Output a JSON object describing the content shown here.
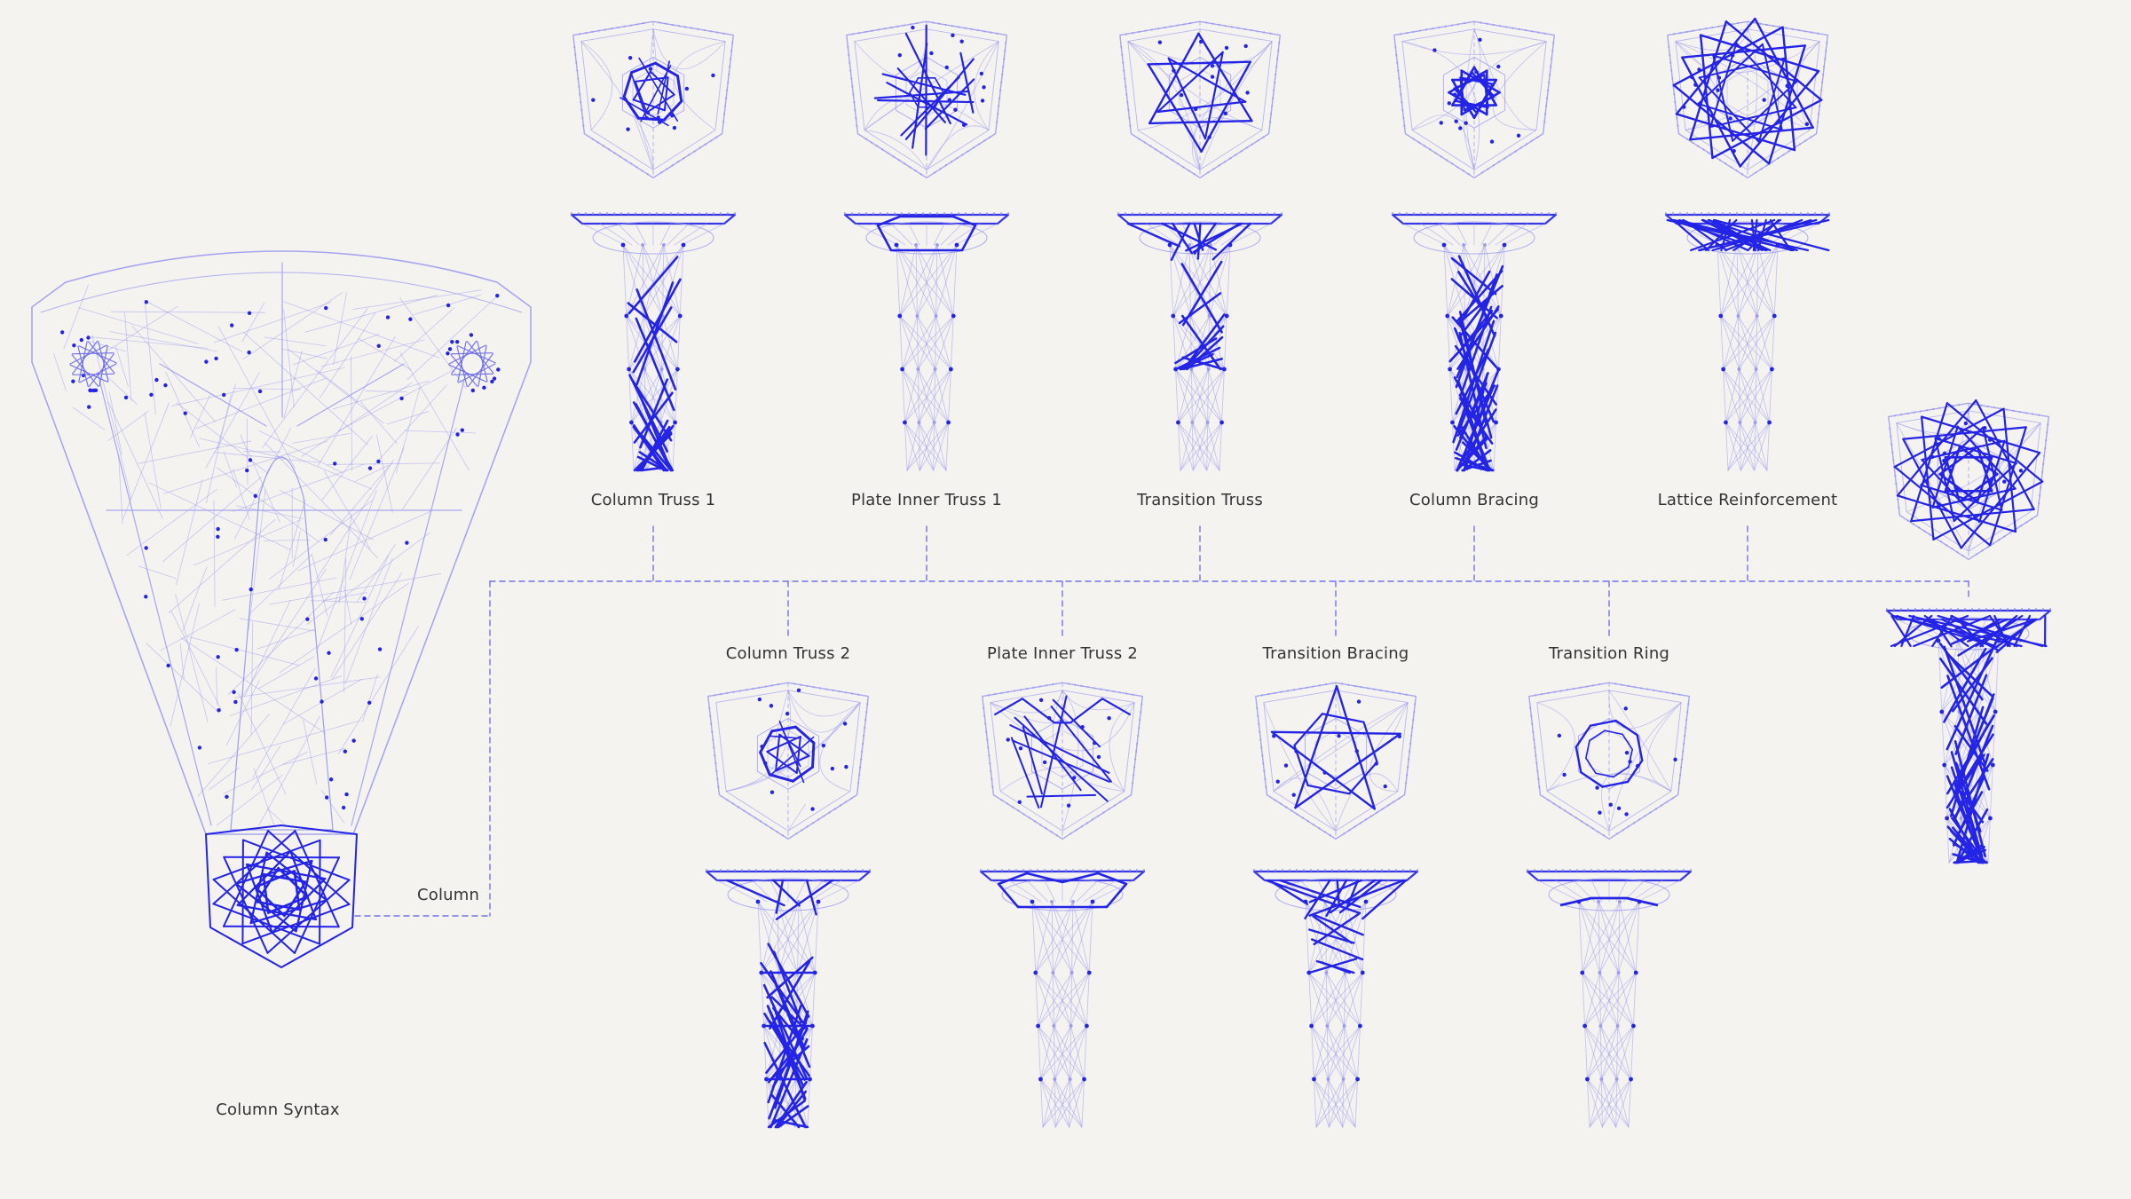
{
  "colors": {
    "background": "#f5f3ef",
    "primary": "#2424e6",
    "faint": "#9d9df0",
    "connector": "#6a6ae8",
    "text": "#333333"
  },
  "labels": {
    "column_syntax": "Column Syntax",
    "column": "Column"
  },
  "top_row": [
    {
      "name": "Column Truss 1",
      "variant": "column-truss"
    },
    {
      "name": "Plate Inner Truss 1",
      "variant": "plate-inner-truss"
    },
    {
      "name": "Transition Truss",
      "variant": "transition-truss"
    },
    {
      "name": "Column Bracing",
      "variant": "column-bracing"
    },
    {
      "name": "Lattice Reinforcement",
      "variant": "lattice-reinforcement"
    }
  ],
  "bottom_row": [
    {
      "name": "Column Truss 2",
      "variant": "column-truss-2"
    },
    {
      "name": "Plate Inner Truss 2",
      "variant": "plate-inner-truss-2"
    },
    {
      "name": "Transition Bracing",
      "variant": "transition-bracing"
    },
    {
      "name": "Transition Ring",
      "variant": "transition-ring"
    }
  ]
}
